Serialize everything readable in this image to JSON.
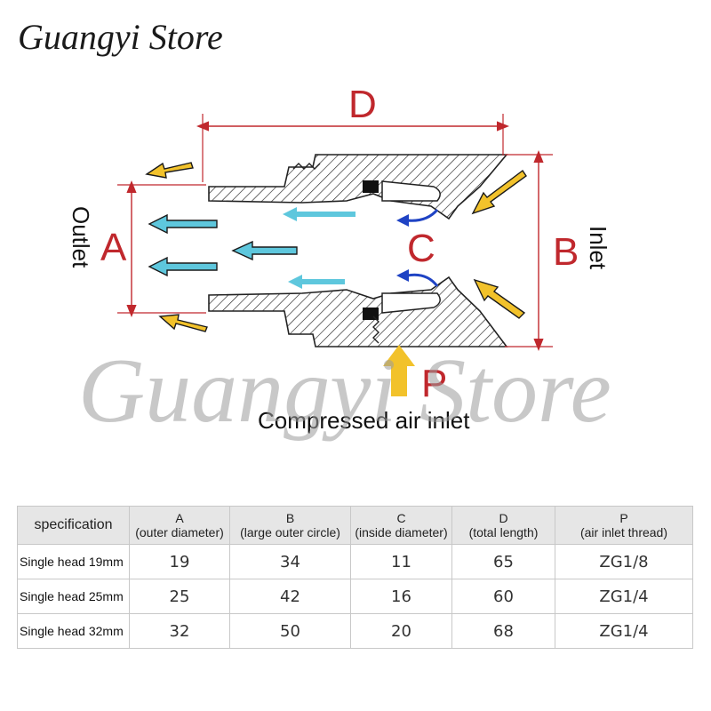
{
  "store_name": "Guangyi Store",
  "watermark": "Guangyi Store",
  "diagram": {
    "labels": {
      "A": "A",
      "B": "B",
      "C": "C",
      "D": "D",
      "P": "P"
    },
    "outlet": "Outlet",
    "inlet": "Inlet",
    "caption": "Compressed air inlet"
  },
  "colors": {
    "dimension": "#c0282d",
    "outlet_arrow": "#5ec7dd",
    "inlet_arrow": "#f2c22b",
    "swirl_arrow": "#1f43c4",
    "body": "#ffffff"
  },
  "table": {
    "header": [
      {
        "line1": "specification",
        "line2": ""
      },
      {
        "line1": "A",
        "line2": "(outer diameter)"
      },
      {
        "line1": "B",
        "line2": "(large outer circle)"
      },
      {
        "line1": "C",
        "line2": "(inside diameter)"
      },
      {
        "line1": "D",
        "line2": "(total length)"
      },
      {
        "line1": "P",
        "line2": "(air inlet thread)"
      }
    ],
    "rows": [
      {
        "name": "Single head 19mm",
        "A": "19",
        "B": "34",
        "C": "11",
        "D": "65",
        "P": "ZG1/8"
      },
      {
        "name": "Single head 25mm",
        "A": "25",
        "B": "42",
        "C": "16",
        "D": "60",
        "P": "ZG1/4"
      },
      {
        "name": "Single head 32mm",
        "A": "32",
        "B": "50",
        "C": "20",
        "D": "68",
        "P": "ZG1/4"
      }
    ]
  }
}
